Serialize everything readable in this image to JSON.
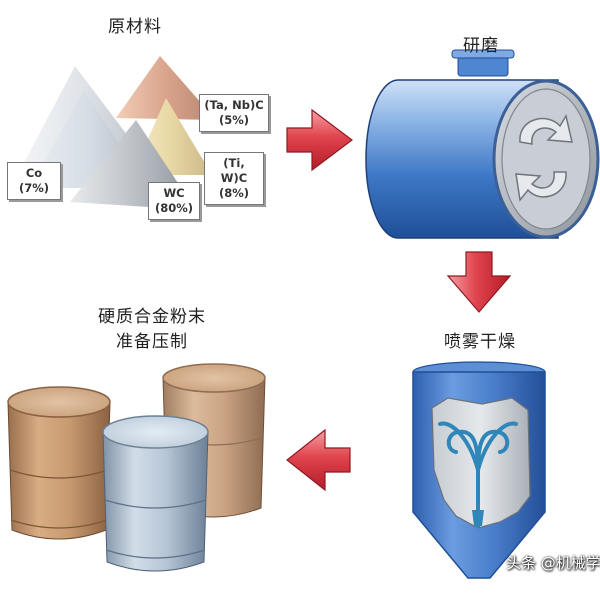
{
  "steps": {
    "raw_materials": "原材料",
    "milling": "研磨",
    "spray_drying": "喷雾干燥",
    "powder_line1": "硬质合金粉末",
    "powder_line2": "准备压制"
  },
  "materials": [
    {
      "name": "Co",
      "pct": "(7%)"
    },
    {
      "name": "(Ta, Nb)C",
      "pct": "(5%)"
    },
    {
      "name": "(Ti, W)C",
      "pct": "(8%)"
    },
    {
      "name": "WC",
      "pct": "(80%)"
    }
  ],
  "watermark": "头条 @机械学",
  "colors": {
    "arrow_red": "#d8323c",
    "mill_blue": "#3d78c8",
    "dryer_blue": "#4a7fcc",
    "drum_tan": "#c79a70",
    "drum_silver": "#b6c6d6"
  }
}
